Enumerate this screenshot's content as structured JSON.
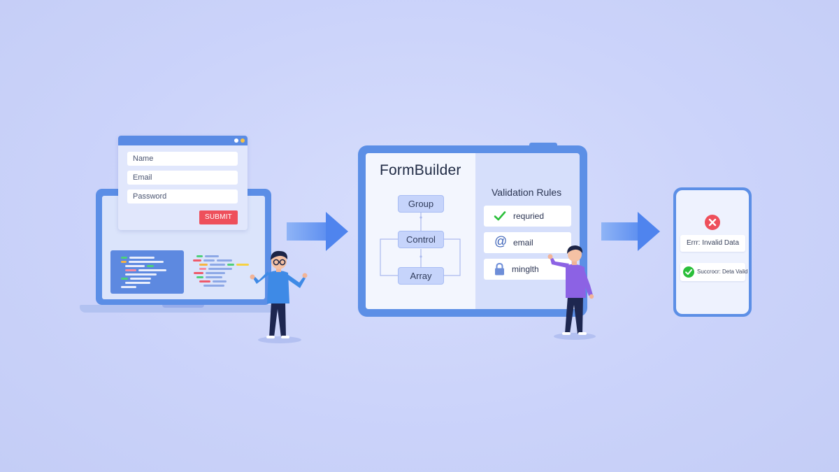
{
  "form": {
    "fields": [
      "Name",
      "Email",
      "Password"
    ],
    "submit_label": "SUBMIT"
  },
  "formbuilder": {
    "title": "FormBuilder",
    "nodes": [
      "Group",
      "Control",
      "Array"
    ]
  },
  "validation": {
    "title": "Validation Rules",
    "rules": [
      {
        "icon": "check-icon",
        "label": "requried"
      },
      {
        "icon": "at-sign-icon",
        "label": "email"
      },
      {
        "icon": "lock-icon",
        "label": "minglth"
      }
    ]
  },
  "phone": {
    "error_text": "Errr: Invalid Data",
    "success_text": "Succrocr: Deta Vaild"
  },
  "colors": {
    "background": "#cbd4fb",
    "device_blue": "#5c8fe6",
    "error_red": "#ee4f5b",
    "success_green": "#2bbf3a"
  }
}
